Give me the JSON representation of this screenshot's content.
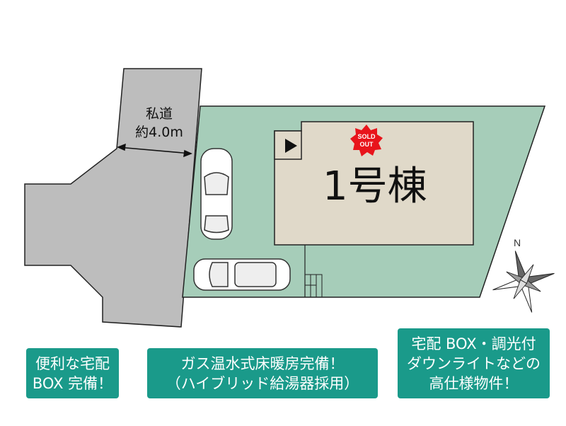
{
  "road": {
    "line1": "私道",
    "line2": "約4.0m"
  },
  "building": {
    "label": "1号棟",
    "badge_line1": "SOLD",
    "badge_line2": "OUT"
  },
  "compass": {
    "label": "N"
  },
  "features": [
    {
      "lines": [
        "便利な宅配",
        "BOX 完備！"
      ]
    },
    {
      "lines": [
        "ガス温水式床暖房完備！",
        "（ハイブリッド給湯器採用）"
      ]
    },
    {
      "lines": [
        "宅配 BOX・調光付",
        "ダウンライトなどの",
        "高仕様物件！"
      ]
    }
  ],
  "colors": {
    "road": "#bdbdbd",
    "lot": "#a6cdb9",
    "building": "#e0d9c9",
    "tag": "#1a9a8a",
    "badge": "#e8141b"
  }
}
